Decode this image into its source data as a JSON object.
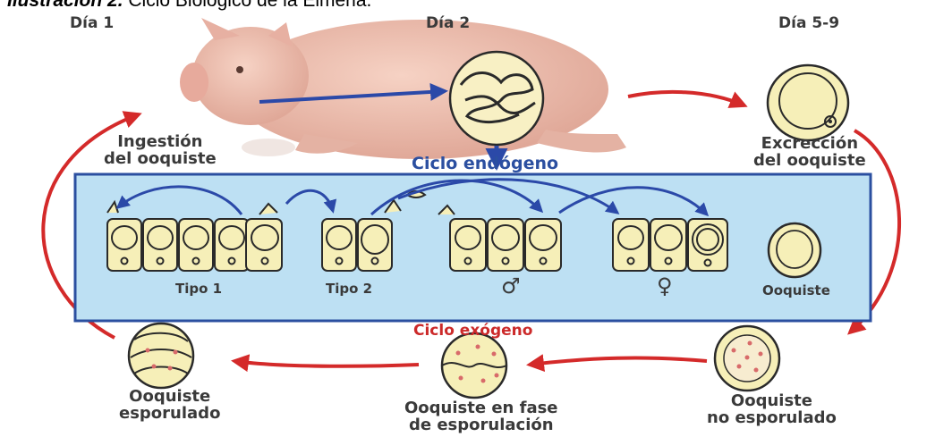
{
  "caption": {
    "label": "Ilustración 2.",
    "text": "Ciclo Biológico de la Eimeria."
  },
  "days": {
    "d1": "Día 1",
    "d2": "Día 2",
    "d3": "Día 5-9"
  },
  "stages": {
    "ingestion_l1": "Ingestión",
    "ingestion_l2": "del ooquiste",
    "excrecion_l1": "Excrección",
    "excrecion_l2": "del ooquiste",
    "no_esp_l1": "Ooquiste",
    "no_esp_l2": "no esporulado",
    "fase_l1": "Ooquiste en fase",
    "fase_l2": "de esporulación",
    "esp_l1": "Ooquiste",
    "esp_l2": "esporulado"
  },
  "cycles": {
    "endogeno": "Ciclo endógeno",
    "exogeno": "Ciclo exógeno"
  },
  "endo_labels": {
    "tipo1": "Tipo 1",
    "tipo2": "Tipo 2",
    "male": "♂",
    "female": "♀",
    "ooquiste": "Ooquiste"
  },
  "colors": {
    "red_arrow": "#d42a2a",
    "blue_arrow": "#2b49a8",
    "panel": "#bde0f3",
    "cell": "#f6efb8",
    "endo_text": "#2b4fa0",
    "exo_text": "#cc2a2a"
  }
}
